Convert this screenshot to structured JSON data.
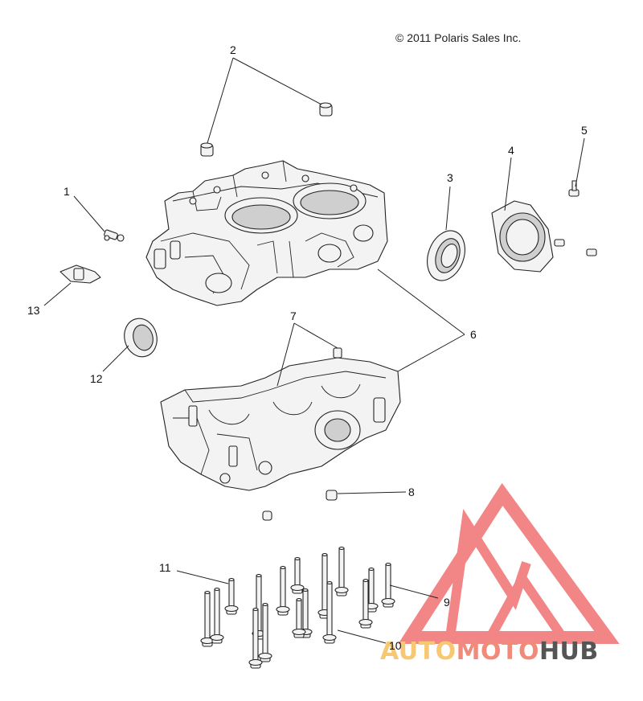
{
  "copyright": "© 2011 Polaris Sales Inc.",
  "callouts": [
    {
      "id": "1",
      "label": "1"
    },
    {
      "id": "2",
      "label": "2"
    },
    {
      "id": "3",
      "label": "3"
    },
    {
      "id": "4",
      "label": "4"
    },
    {
      "id": "5",
      "label": "5"
    },
    {
      "id": "6",
      "label": "6"
    },
    {
      "id": "7",
      "label": "7"
    },
    {
      "id": "8",
      "label": "8"
    },
    {
      "id": "9",
      "label": "9"
    },
    {
      "id": "10",
      "label": "10"
    },
    {
      "id": "11",
      "label": "11"
    },
    {
      "id": "12",
      "label": "12"
    },
    {
      "id": "13",
      "label": "13"
    }
  ],
  "watermark": {
    "part1": "AUTO",
    "part2": "MOTO",
    "part3": "HUB",
    "color_auto": "#f7c873",
    "color_moto": "#f08a7a",
    "color_hub": "#555555",
    "triangle_color": "#f07070"
  }
}
